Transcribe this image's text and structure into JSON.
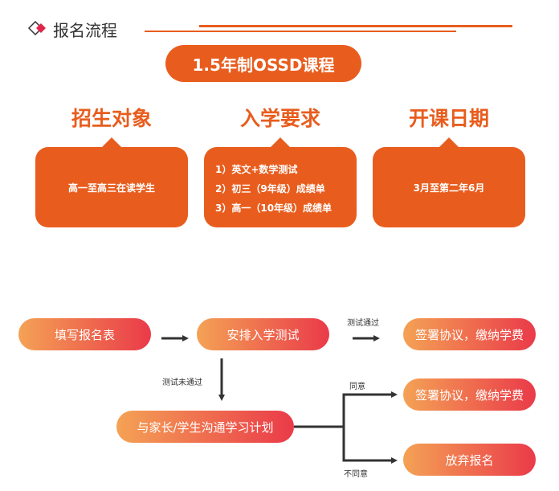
{
  "header": {
    "title": "报名流程"
  },
  "course": {
    "title": "1.5年制OSSD课程"
  },
  "columns": [
    {
      "heading": "招生对象",
      "lines": [
        "高一至高三在读学生"
      ]
    },
    {
      "heading": "入学要求",
      "lines": [
        "1）英文+数学测试",
        "2）初三（9年级）成绩单",
        "3）高一（10年级）成绩单"
      ]
    },
    {
      "heading": "开课日期",
      "lines": [
        "3月至第二年6月"
      ]
    }
  ],
  "flow": {
    "fill_form": "填写报名表",
    "arrange_test": "安排入学测试",
    "sign_agreement_1": "签署协议，缴纳学费",
    "communicate": "与家长/学生沟通学习计划",
    "sign_agreement_2": "签署协议，缴纳学费",
    "give_up": "放弃报名",
    "label_pass": "测试通过",
    "label_fail": "测试未通过",
    "label_agree": "同意",
    "label_disagree": "不同意"
  },
  "colors": {
    "accent": "#e85d1e",
    "gradient_start": "#f4a255",
    "gradient_end": "#ea3a49",
    "dark": "#333333"
  }
}
